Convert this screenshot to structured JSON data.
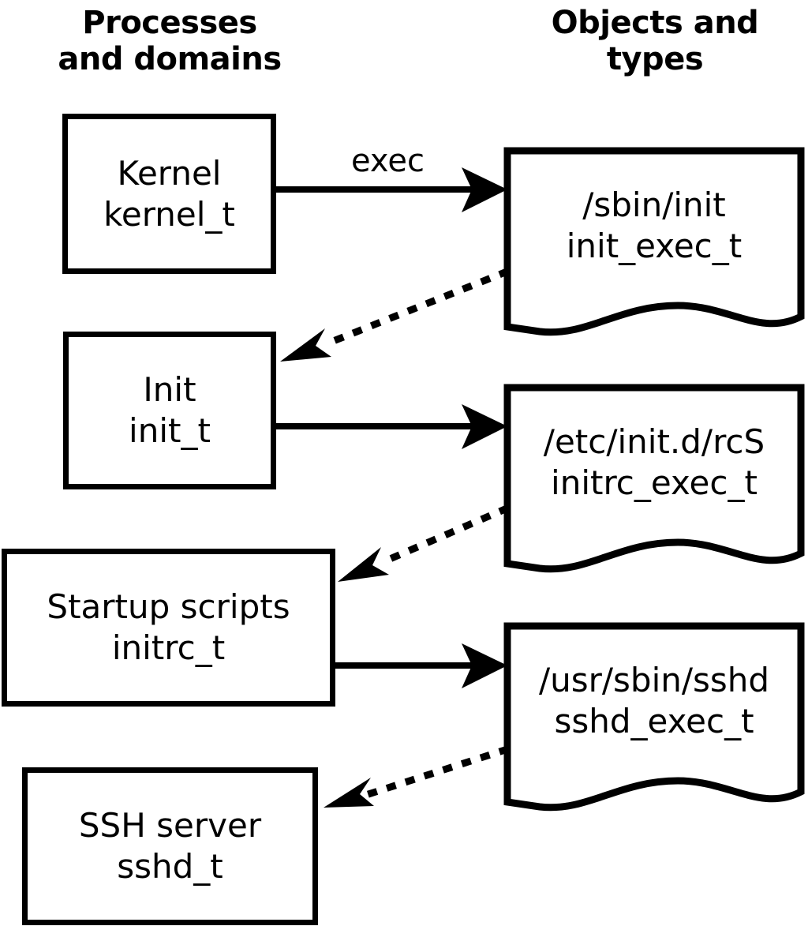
{
  "diagram": {
    "columns": {
      "left_header": "Processes\nand domains",
      "right_header": "Objects and\ntypes"
    },
    "process_nodes": [
      {
        "id": "kernel",
        "title": "Kernel",
        "type": "kernel_t"
      },
      {
        "id": "init",
        "title": "Init",
        "type": "init_t"
      },
      {
        "id": "initrc",
        "title": "Startup scripts",
        "type": "initrc_t"
      },
      {
        "id": "sshd",
        "title": "SSH server",
        "type": "sshd_t"
      }
    ],
    "object_nodes": [
      {
        "id": "init_exec",
        "path": "/sbin/init",
        "type": "init_exec_t"
      },
      {
        "id": "initrc_exec",
        "path": "/etc/init.d/rcS",
        "type": "initrc_exec_t"
      },
      {
        "id": "sshd_exec",
        "path": "/usr/sbin/sshd",
        "type": "sshd_exec_t"
      }
    ],
    "edges": [
      {
        "id": "kernel-exec-init",
        "from": "kernel",
        "to": "init_exec",
        "style": "solid",
        "label": "exec"
      },
      {
        "id": "initexec-transition-init",
        "from": "init_exec",
        "to": "init",
        "style": "dotted",
        "label": ""
      },
      {
        "id": "init-exec-initrc",
        "from": "init",
        "to": "initrc_exec",
        "style": "solid",
        "label": ""
      },
      {
        "id": "initrcexec-transition",
        "from": "initrc_exec",
        "to": "initrc",
        "style": "dotted",
        "label": ""
      },
      {
        "id": "initrc-exec-sshd",
        "from": "initrc",
        "to": "sshd_exec",
        "style": "solid",
        "label": ""
      },
      {
        "id": "sshdexec-transition",
        "from": "sshd_exec",
        "to": "sshd",
        "style": "dotted",
        "label": ""
      }
    ],
    "colors": {
      "stroke": "#000000",
      "background": "#ffffff",
      "text": "#000000"
    }
  }
}
